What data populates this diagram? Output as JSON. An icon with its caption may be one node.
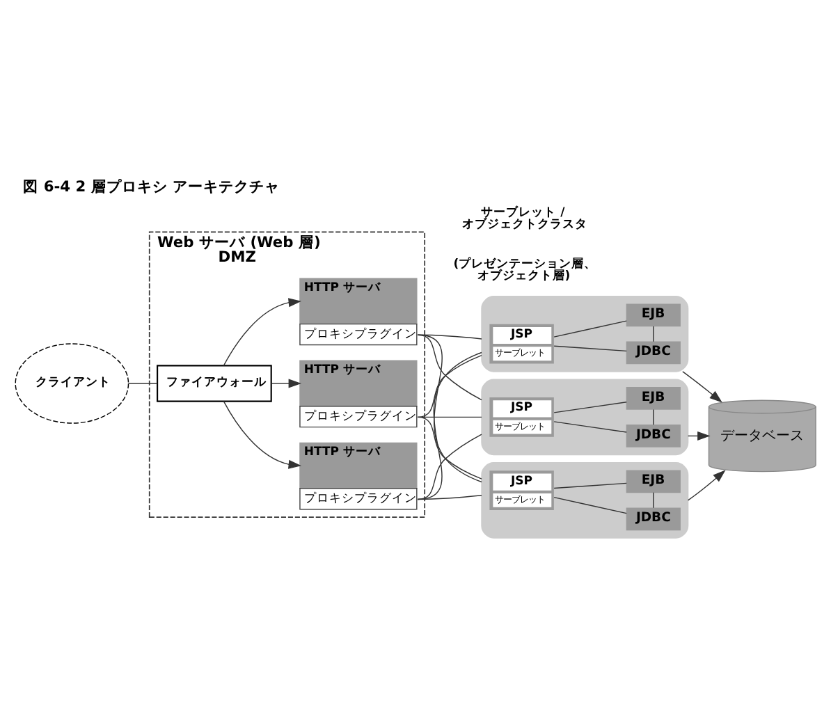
{
  "diagram": {
    "title": "図 6-4 2 層プロキシ アーキテクチャ",
    "nodes": [
      {
        "text": [
          "クライアント"
        ]
      },
      {
        "text": [
          "Web サーバ (Web 層)",
          "DMZ"
        ]
      },
      {
        "text": [
          "ファイアウォール"
        ],
        "in": 1
      },
      {
        "text": [
          "HTTP サーバ",
          "プロキシプラグイン"
        ],
        "in": 1
      },
      {
        "text": [
          "HTTP サーバ",
          "プロキシプラグイン"
        ],
        "in": 1
      },
      {
        "text": [
          "HTTP サーバ",
          "プロキシプラグイン"
        ],
        "in": 1
      },
      {
        "text": [],
        "shape": "pentagon"
      },
      {
        "text": [
          "JSP",
          "サーブレット"
        ],
        "in": 6
      },
      {
        "text": [
          "EJB"
        ],
        "in": 6
      },
      {
        "text": [
          "JDBC"
        ],
        "in": 6
      },
      {
        "text": [],
        "shape": "pentagon"
      },
      {
        "text": [
          "JSP",
          "サーブレット"
        ],
        "in": 10
      },
      {
        "text": [
          "EJB"
        ],
        "in": 10
      },
      {
        "text": [
          "JDBC"
        ],
        "in": 10
      },
      {
        "text": [],
        "shape": "pentagon"
      },
      {
        "text": [
          "JSP",
          "サーブレット"
        ],
        "in": 14
      },
      {
        "text": [
          "EJB"
        ],
        "in": 14
      },
      {
        "text": [
          "JDBC"
        ],
        "in": 14
      },
      {
        "text": [
          "データベース"
        ]
      }
    ],
    "edges": [
      {
        "from": 0,
        "to": 2,
        "arrow": "none"
      },
      {
        "from": 2,
        "to": 3,
        "arrow": "to"
      },
      {
        "from": 2,
        "to": 4,
        "arrow": "to"
      },
      {
        "from": 2,
        "to": 5,
        "arrow": "to"
      },
      {
        "from": 3,
        "to": 6,
        "arrow": "none"
      },
      {
        "from": 3,
        "to": 10,
        "arrow": "none"
      },
      {
        "from": 3,
        "to": 14,
        "arrow": "none"
      },
      {
        "from": 4,
        "to": 6,
        "arrow": "none"
      },
      {
        "from": 4,
        "to": 10,
        "arrow": "none"
      },
      {
        "from": 4,
        "to": 14,
        "arrow": "none"
      },
      {
        "from": 5,
        "to": 6,
        "arrow": "none"
      },
      {
        "from": 5,
        "to": 10,
        "arrow": "none"
      },
      {
        "from": 5,
        "to": 14,
        "arrow": "none"
      },
      {
        "from": 7,
        "to": 8,
        "arrow": "none"
      },
      {
        "from": 8,
        "to": 9,
        "arrow": "none"
      },
      {
        "from": 7,
        "to": 9,
        "arrow": "none"
      },
      {
        "from": 11,
        "to": 12,
        "arrow": "none"
      },
      {
        "from": 12,
        "to": 13,
        "arrow": "none"
      },
      {
        "from": 11,
        "to": 13,
        "arrow": "none"
      },
      {
        "from": 15,
        "to": 16,
        "arrow": "none"
      },
      {
        "from": 16,
        "to": 17,
        "arrow": "none"
      },
      {
        "from": 15,
        "to": 17,
        "arrow": "none"
      },
      {
        "from": 6,
        "to": 18,
        "arrow": "to"
      },
      {
        "from": 10,
        "to": 18,
        "arrow": "to"
      },
      {
        "from": 14,
        "to": 18,
        "arrow": "to"
      }
    ],
    "labels": [
      "サーブレット / オブジェクトクラスタ",
      "(プレゼンテーション層、オブジェクト層)"
    ]
  }
}
